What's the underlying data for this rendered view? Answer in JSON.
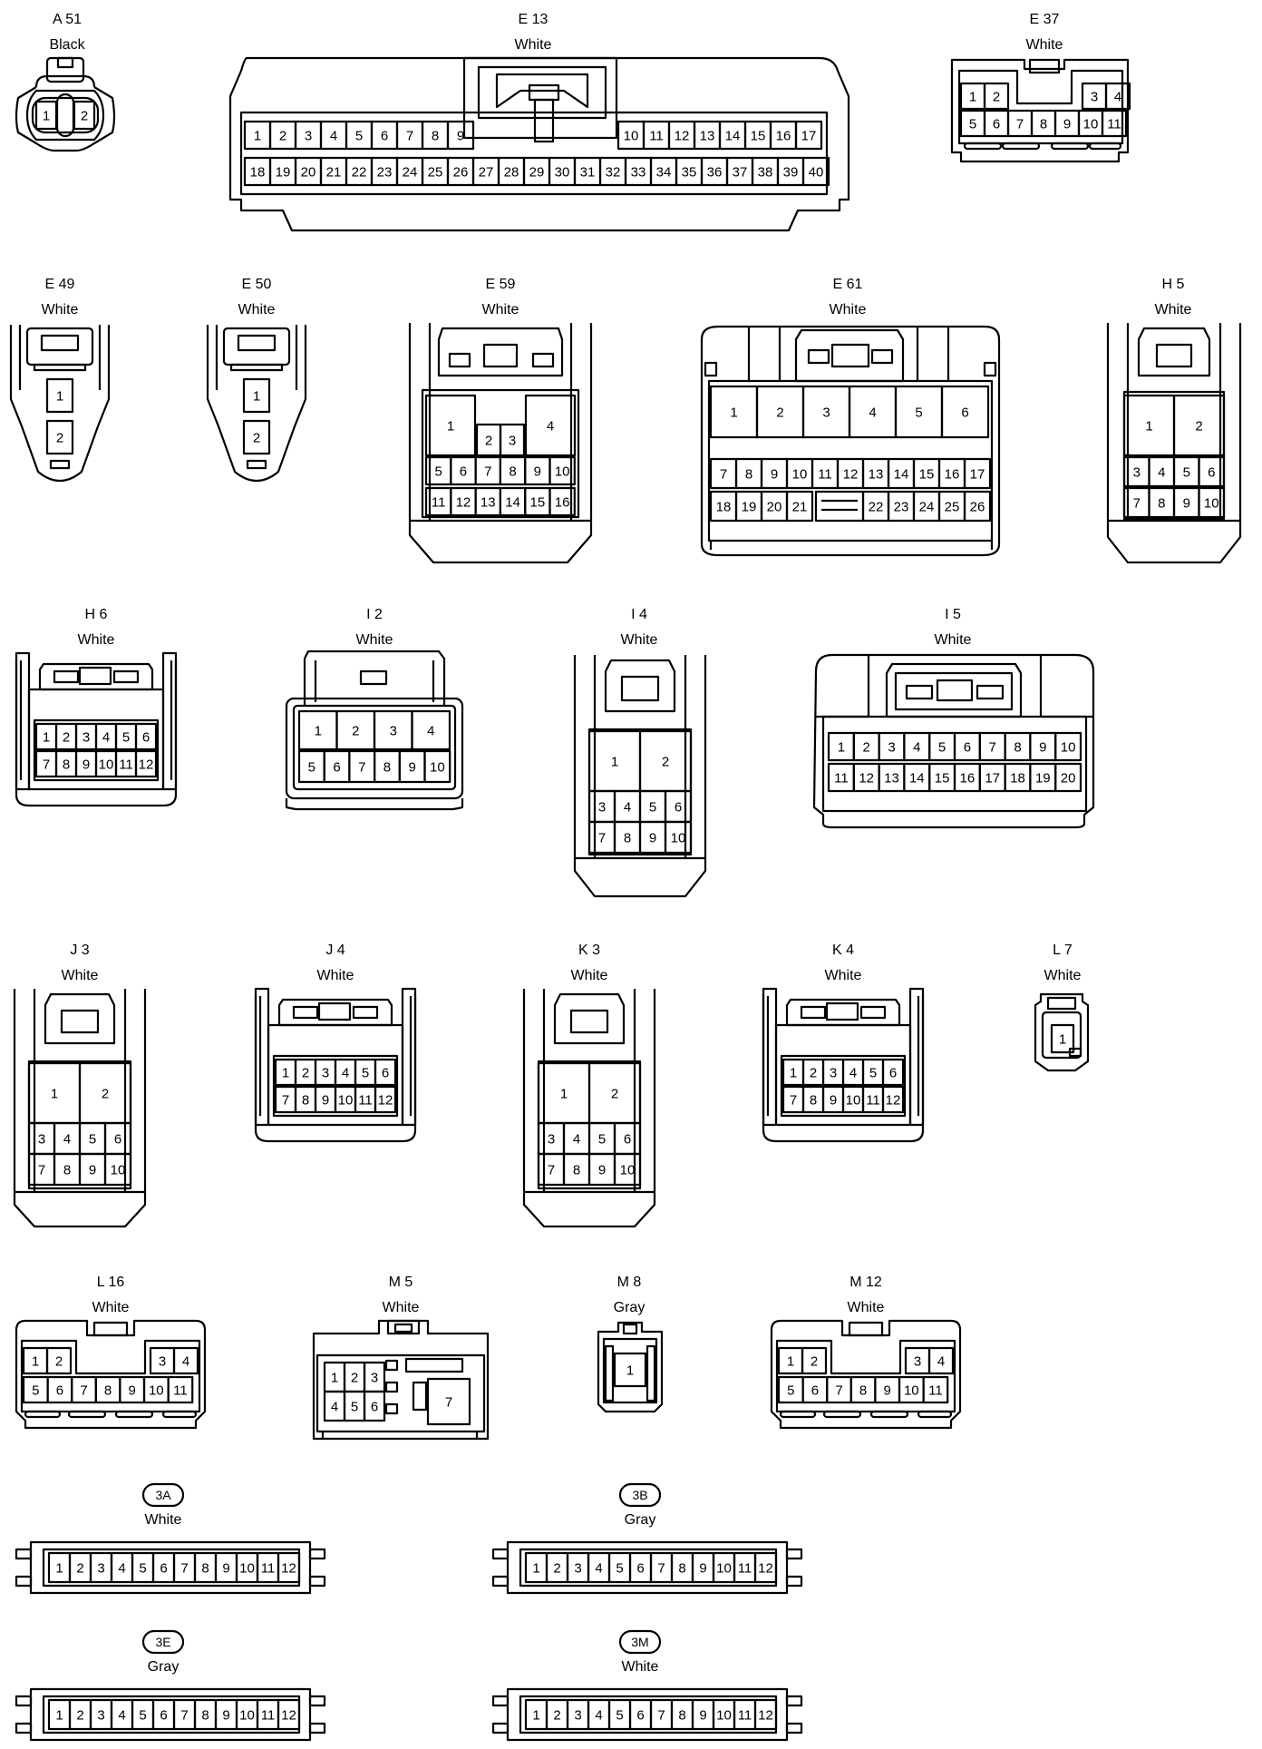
{
  "connectors": [
    {
      "id": "A51",
      "code": "A 51",
      "color": "Black",
      "pins": [
        "1",
        "2"
      ]
    },
    {
      "id": "E13",
      "code": "E 13",
      "color": "White",
      "pins": [
        "1",
        "2",
        "3",
        "4",
        "5",
        "6",
        "7",
        "8",
        "9",
        "10",
        "11",
        "12",
        "13",
        "14",
        "15",
        "16",
        "17",
        "18",
        "19",
        "20",
        "21",
        "22",
        "23",
        "24",
        "25",
        "26",
        "27",
        "28",
        "29",
        "30",
        "31",
        "32",
        "33",
        "34",
        "35",
        "36",
        "37",
        "38",
        "39",
        "40"
      ]
    },
    {
      "id": "E37",
      "code": "E 37",
      "color": "White",
      "pins": [
        "1",
        "2",
        "3",
        "4",
        "5",
        "6",
        "7",
        "8",
        "9",
        "10",
        "11"
      ]
    },
    {
      "id": "E49",
      "code": "E 49",
      "color": "White",
      "pins": [
        "1",
        "2"
      ]
    },
    {
      "id": "E50",
      "code": "E 50",
      "color": "White",
      "pins": [
        "1",
        "2"
      ]
    },
    {
      "id": "E59",
      "code": "E 59",
      "color": "White",
      "pins": [
        "1",
        "2",
        "3",
        "4",
        "5",
        "6",
        "7",
        "8",
        "9",
        "10",
        "11",
        "12",
        "13",
        "14",
        "15",
        "16"
      ]
    },
    {
      "id": "E61",
      "code": "E 61",
      "color": "White",
      "pins": [
        "1",
        "2",
        "3",
        "4",
        "5",
        "6",
        "7",
        "8",
        "9",
        "10",
        "11",
        "12",
        "13",
        "14",
        "15",
        "16",
        "17",
        "18",
        "19",
        "20",
        "21",
        "22",
        "23",
        "24",
        "25",
        "26"
      ]
    },
    {
      "id": "H5",
      "code": "H 5",
      "color": "White",
      "pins": [
        "1",
        "2",
        "3",
        "4",
        "5",
        "6",
        "7",
        "8",
        "9",
        "10"
      ]
    },
    {
      "id": "H6",
      "code": "H 6",
      "color": "White",
      "pins": [
        "1",
        "2",
        "3",
        "4",
        "5",
        "6",
        "7",
        "8",
        "9",
        "10",
        "11",
        "12"
      ]
    },
    {
      "id": "I2",
      "code": "I 2",
      "color": "White",
      "pins": [
        "1",
        "2",
        "3",
        "4",
        "5",
        "6",
        "7",
        "8",
        "9",
        "10"
      ]
    },
    {
      "id": "I4",
      "code": "I 4",
      "color": "White",
      "pins": [
        "1",
        "2",
        "3",
        "4",
        "5",
        "6",
        "7",
        "8",
        "9",
        "10"
      ]
    },
    {
      "id": "I5",
      "code": "I 5",
      "color": "White",
      "pins": [
        "1",
        "2",
        "3",
        "4",
        "5",
        "6",
        "7",
        "8",
        "9",
        "10",
        "11",
        "12",
        "13",
        "14",
        "15",
        "16",
        "17",
        "18",
        "19",
        "20"
      ]
    },
    {
      "id": "J3",
      "code": "J 3",
      "color": "White",
      "pins": [
        "1",
        "2",
        "3",
        "4",
        "5",
        "6",
        "7",
        "8",
        "9",
        "10"
      ]
    },
    {
      "id": "J4",
      "code": "J 4",
      "color": "White",
      "pins": [
        "1",
        "2",
        "3",
        "4",
        "5",
        "6",
        "7",
        "8",
        "9",
        "10",
        "11",
        "12"
      ]
    },
    {
      "id": "K3",
      "code": "K 3",
      "color": "White",
      "pins": [
        "1",
        "2",
        "3",
        "4",
        "5",
        "6",
        "7",
        "8",
        "9",
        "10"
      ]
    },
    {
      "id": "K4",
      "code": "K 4",
      "color": "White",
      "pins": [
        "1",
        "2",
        "3",
        "4",
        "5",
        "6",
        "7",
        "8",
        "9",
        "10",
        "11",
        "12"
      ]
    },
    {
      "id": "L7",
      "code": "L 7",
      "color": "White",
      "pins": [
        "1"
      ]
    },
    {
      "id": "L16",
      "code": "L 16",
      "color": "White",
      "pins": [
        "1",
        "2",
        "3",
        "4",
        "5",
        "6",
        "7",
        "8",
        "9",
        "10",
        "11"
      ]
    },
    {
      "id": "M5",
      "code": "M 5",
      "color": "White",
      "pins": [
        "1",
        "2",
        "3",
        "4",
        "5",
        "6",
        "7"
      ]
    },
    {
      "id": "M8",
      "code": "M 8",
      "color": "Gray",
      "pins": [
        "1"
      ]
    },
    {
      "id": "M12",
      "code": "M 12",
      "color": "White",
      "pins": [
        "1",
        "2",
        "3",
        "4",
        "5",
        "6",
        "7",
        "8",
        "9",
        "10",
        "11"
      ]
    },
    {
      "id": "3A",
      "code": "3A",
      "color": "White",
      "pins": [
        "1",
        "2",
        "3",
        "4",
        "5",
        "6",
        "7",
        "8",
        "9",
        "10",
        "11",
        "12"
      ]
    },
    {
      "id": "3B",
      "code": "3B",
      "color": "Gray",
      "pins": [
        "1",
        "2",
        "3",
        "4",
        "5",
        "6",
        "7",
        "8",
        "9",
        "10",
        "11",
        "12"
      ]
    },
    {
      "id": "3E",
      "code": "3E",
      "color": "Gray",
      "pins": [
        "1",
        "2",
        "3",
        "4",
        "5",
        "6",
        "7",
        "8",
        "9",
        "10",
        "11",
        "12"
      ]
    },
    {
      "id": "3M",
      "code": "3M",
      "color": "White",
      "pins": [
        "1",
        "2",
        "3",
        "4",
        "5",
        "6",
        "7",
        "8",
        "9",
        "10",
        "11",
        "12"
      ]
    }
  ]
}
